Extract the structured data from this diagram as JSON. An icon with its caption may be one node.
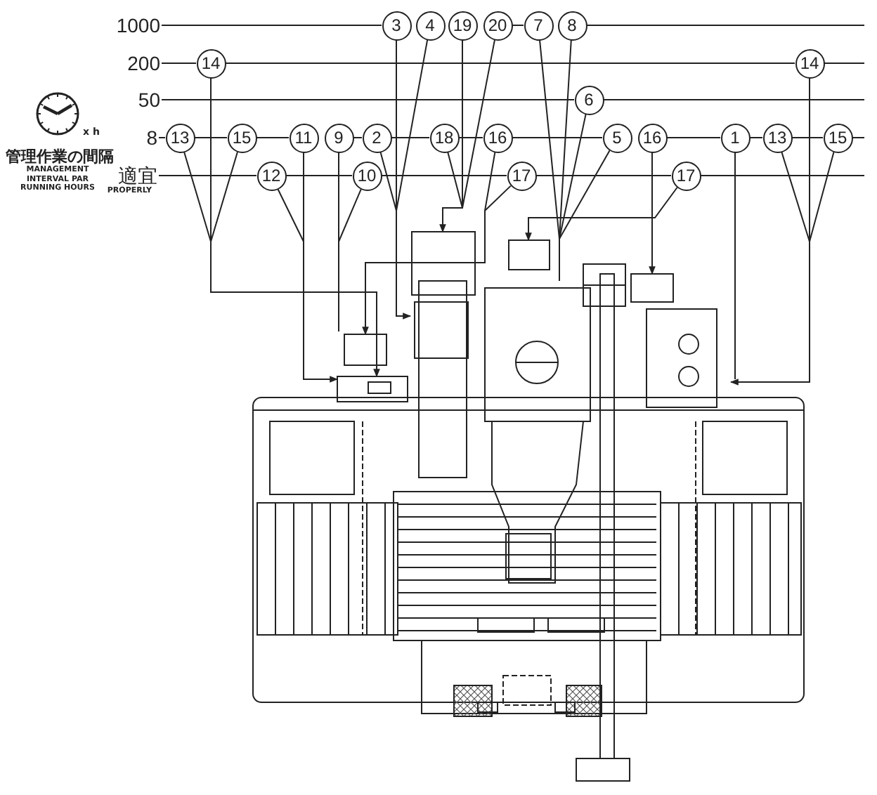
{
  "diagram": {
    "nodes": [
      {
        "text": [
          "1000"
        ]
      },
      {
        "text": [
          "3"
        ]
      },
      {
        "text": [
          "4"
        ]
      },
      {
        "text": [
          "19"
        ]
      },
      {
        "text": [
          "20"
        ]
      },
      {
        "text": [
          "7"
        ]
      },
      {
        "text": [
          "8"
        ]
      },
      {
        "text": [
          "200"
        ]
      },
      {
        "text": [
          "14"
        ]
      },
      {
        "text": [
          "14"
        ]
      },
      {
        "text": [
          "50"
        ]
      },
      {
        "text": [
          "6"
        ]
      },
      {
        "text": [
          "8"
        ]
      },
      {
        "text": [
          "13"
        ]
      },
      {
        "text": [
          "15"
        ]
      },
      {
        "text": [
          "11"
        ]
      },
      {
        "text": [
          "9"
        ]
      },
      {
        "text": [
          "2"
        ]
      },
      {
        "text": [
          "18"
        ]
      },
      {
        "text": [
          "16"
        ]
      },
      {
        "text": [
          "5"
        ]
      },
      {
        "text": [
          "16"
        ]
      },
      {
        "text": [
          "1"
        ]
      },
      {
        "text": [
          "13"
        ]
      },
      {
        "text": [
          "15"
        ]
      },
      {
        "text": [
          "適宜"
        ],
        "beside": [
          "PROPERLY"
        ]
      },
      {
        "text": [
          "12"
        ]
      },
      {
        "text": [
          "10"
        ]
      },
      {
        "text": [
          "17"
        ]
      },
      {
        "text": [
          "17"
        ]
      }
    ],
    "edges": [
      {
        "from": 0,
        "to": 1,
        "arrow": "none"
      },
      {
        "from": 4,
        "to": 5,
        "arrow": "none"
      },
      {
        "from": 6,
        "to": null,
        "arrow": "none"
      },
      {
        "from": 7,
        "to": 8,
        "arrow": "none"
      },
      {
        "from": 8,
        "to": 9,
        "arrow": "none"
      },
      {
        "from": 9,
        "to": null,
        "arrow": "none"
      },
      {
        "from": 10,
        "to": 11,
        "arrow": "none"
      },
      {
        "from": 11,
        "to": null,
        "arrow": "none"
      },
      {
        "from": 12,
        "to": 13,
        "arrow": "none"
      },
      {
        "from": 13,
        "to": 14,
        "arrow": "none"
      },
      {
        "from": 14,
        "to": 15,
        "arrow": "none"
      },
      {
        "from": 16,
        "to": 17,
        "arrow": "none"
      },
      {
        "from": 17,
        "to": 18,
        "arrow": "none"
      },
      {
        "from": 18,
        "to": 19,
        "arrow": "none"
      },
      {
        "from": 19,
        "to": 20,
        "arrow": "none"
      },
      {
        "from": 21,
        "to": 22,
        "arrow": "none"
      },
      {
        "from": 22,
        "to": 23,
        "arrow": "none"
      },
      {
        "from": 23,
        "to": 24,
        "arrow": "none"
      },
      {
        "from": 24,
        "to": null,
        "arrow": "none"
      },
      {
        "from": 25,
        "to": 26,
        "arrow": "none"
      },
      {
        "from": 26,
        "to": 27,
        "arrow": "none"
      },
      {
        "from": 27,
        "to": 28,
        "arrow": "none"
      },
      {
        "from": 28,
        "to": 29,
        "arrow": "none"
      },
      {
        "from": 29,
        "to": null,
        "arrow": "none"
      },
      {
        "from": 13,
        "to": null,
        "arrow": "none"
      },
      {
        "from": 8,
        "to": null,
        "arrow": "to"
      },
      {
        "from": 14,
        "to": null,
        "arrow": "none"
      },
      {
        "from": 26,
        "to": null,
        "arrow": "none"
      },
      {
        "from": 15,
        "to": null,
        "arrow": "to"
      },
      {
        "from": 27,
        "to": null,
        "arrow": "none"
      },
      {
        "from": 16,
        "to": null,
        "arrow": "none"
      },
      {
        "from": 17,
        "to": null,
        "arrow": "none"
      },
      {
        "from": 1,
        "to": null,
        "arrow": "to"
      },
      {
        "from": 2,
        "to": null,
        "arrow": "none"
      },
      {
        "from": 18,
        "to": null,
        "arrow": "none"
      },
      {
        "from": 3,
        "to": null,
        "arrow": "to"
      },
      {
        "from": 4,
        "to": null,
        "arrow": "none"
      },
      {
        "from": 19,
        "to": null,
        "arrow": "to"
      },
      {
        "from": 28,
        "to": null,
        "arrow": "none"
      },
      {
        "from": 5,
        "to": null,
        "arrow": "none"
      },
      {
        "from": 6,
        "to": null,
        "arrow": "none"
      },
      {
        "from": 11,
        "to": null,
        "arrow": "none"
      },
      {
        "from": 20,
        "to": null,
        "arrow": "none"
      },
      {
        "from": 21,
        "to": null,
        "arrow": "to"
      },
      {
        "from": 29,
        "to": null,
        "arrow": "to"
      },
      {
        "from": 22,
        "to": null,
        "arrow": "none"
      },
      {
        "from": 23,
        "to": null,
        "arrow": "none"
      },
      {
        "from": 9,
        "to": null,
        "arrow": "to"
      },
      {
        "from": 24,
        "to": null,
        "arrow": "none"
      }
    ],
    "labels": [
      "x h",
      "管理作業の間隔",
      "MANAGEMENT INTERVAL PAR RUNNING HOURS"
    ]
  }
}
